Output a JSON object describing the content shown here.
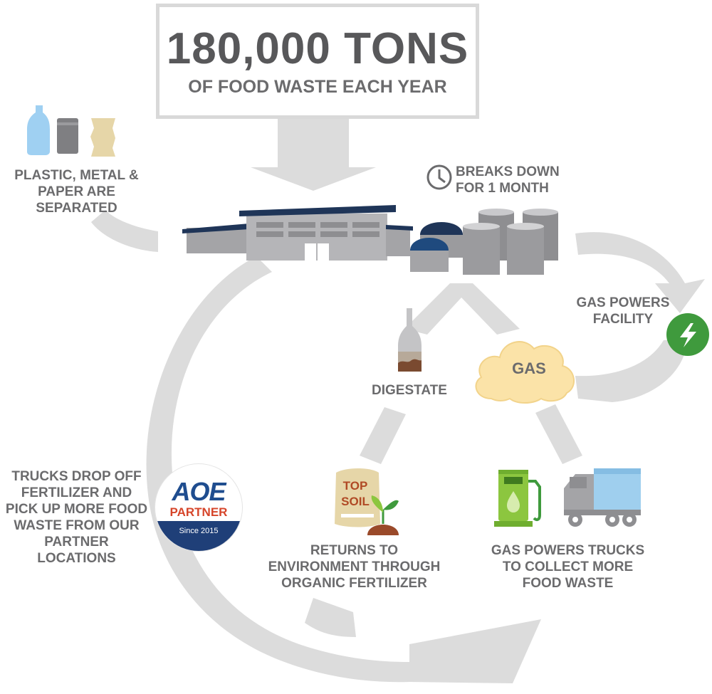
{
  "headline": {
    "amount": "180,000 TONS",
    "subtitle": "OF FOOD WASTE EACH YEAR"
  },
  "steps": {
    "separated": "PLASTIC, METAL & PAPER ARE SEPARATED",
    "breaks_down": "BREAKS DOWN FOR 1 MONTH",
    "gas_powers_facility": "GAS POWERS FACILITY",
    "gas": "GAS",
    "digestate": "DIGESTATE",
    "top_soil": "TOP SOIL",
    "returns": "RETURNS TO ENVIRONMENT THROUGH ORGANIC FERTILIZER",
    "gas_powers_trucks": "GAS POWERS TRUCKS TO COLLECT MORE FOOD WASTE",
    "trucks_drop_off": "TRUCKS DROP OFF FERTILIZER AND PICK UP MORE FOOD WASTE FROM OUR PARTNER LOCATIONS"
  },
  "badge": {
    "brand": "AOE",
    "program": "PARTNER",
    "since": "Since 2015"
  },
  "colors": {
    "arrow_gray": "#dcdcdc",
    "text_gray": "#6b6b6d",
    "roof_navy": "#1f3558",
    "tank_gray": "#9b9b9e",
    "cloud_yellow": "#fbe3a8",
    "energy_green": "#3f9a3d",
    "pump_green": "#8cc63f",
    "truck_blue": "#9fcfee"
  },
  "icons": [
    "bottle-icon",
    "can-icon",
    "paper-icon",
    "clock-icon",
    "lightning-icon",
    "pump-icon",
    "truck-icon",
    "soil-bag-icon",
    "sprout-icon",
    "flask-icon"
  ]
}
